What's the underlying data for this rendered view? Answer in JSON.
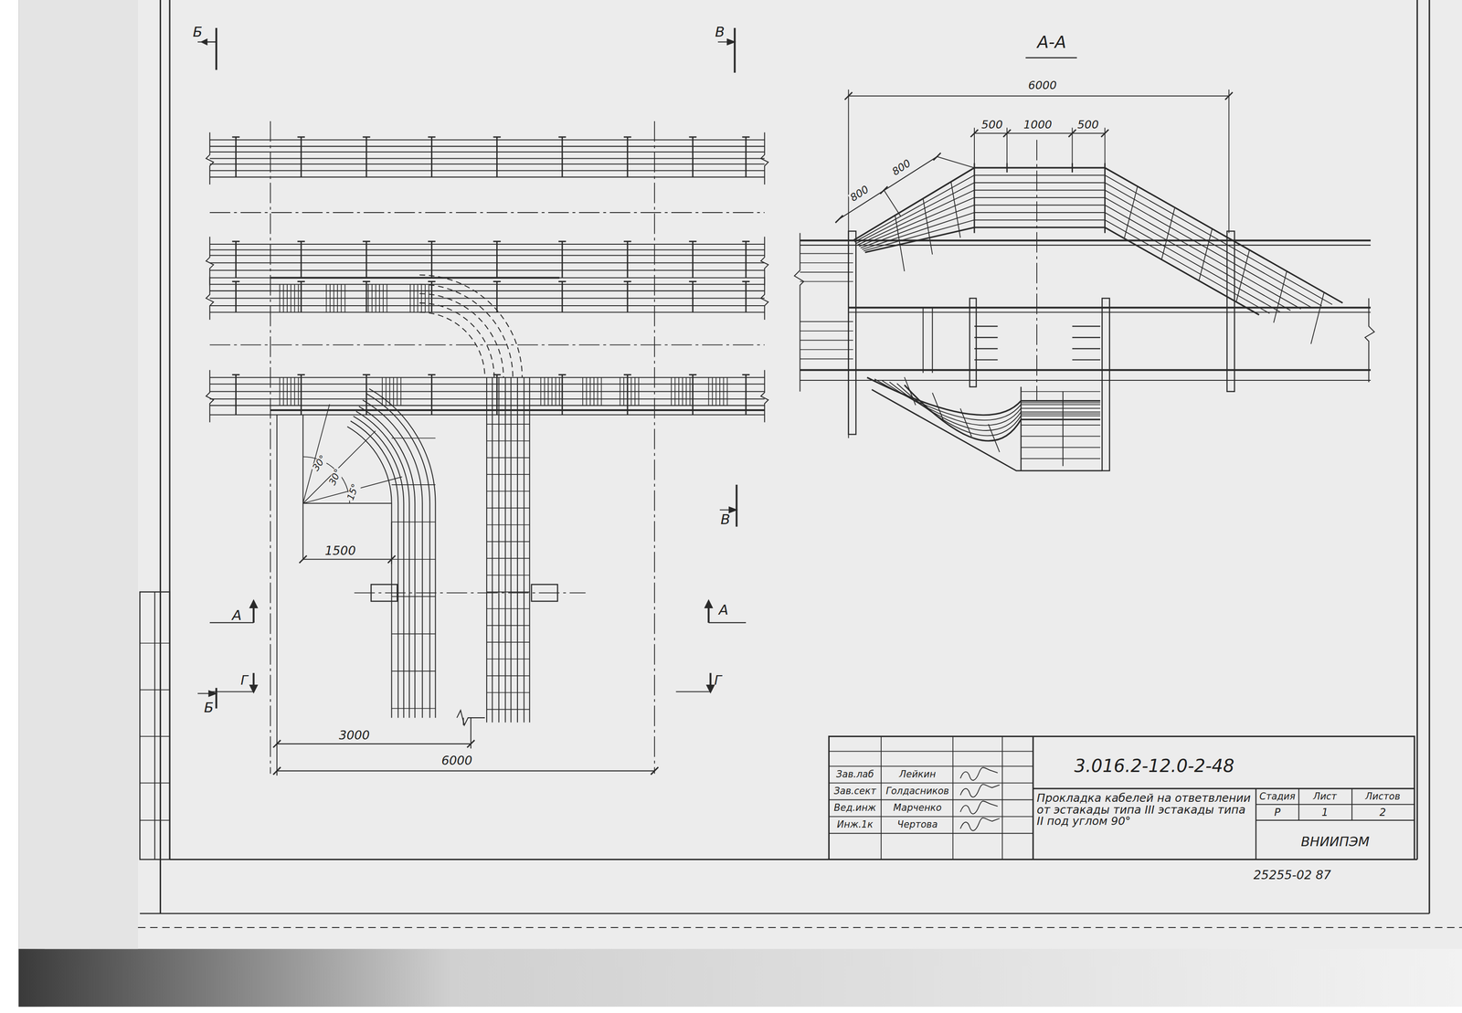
{
  "diagram": {
    "labels": [
      "Б",
      "В",
      "А-А",
      "6000",
      "500",
      "1000",
      "500",
      "800",
      "800",
      "30°",
      "30°",
      "15°",
      "1500",
      "А",
      "А",
      "Г",
      "Г",
      "Б",
      "В",
      "3000",
      "6000",
      "3.016.2-12.0-2-48",
      "Зав.лаб",
      "Лейкин",
      "Зав.сект",
      "Голдасников",
      "Вед.инж",
      "Марченко",
      "Инж.1к",
      "Чертова",
      "Прокладка кабелей на ответвлении от эстакады типа III эстакады типа II под углом 90°",
      "Стадия",
      "Лист",
      "Листов",
      "Р",
      "1",
      "2",
      "ВНИИПЭМ",
      "25255-02 87"
    ]
  }
}
